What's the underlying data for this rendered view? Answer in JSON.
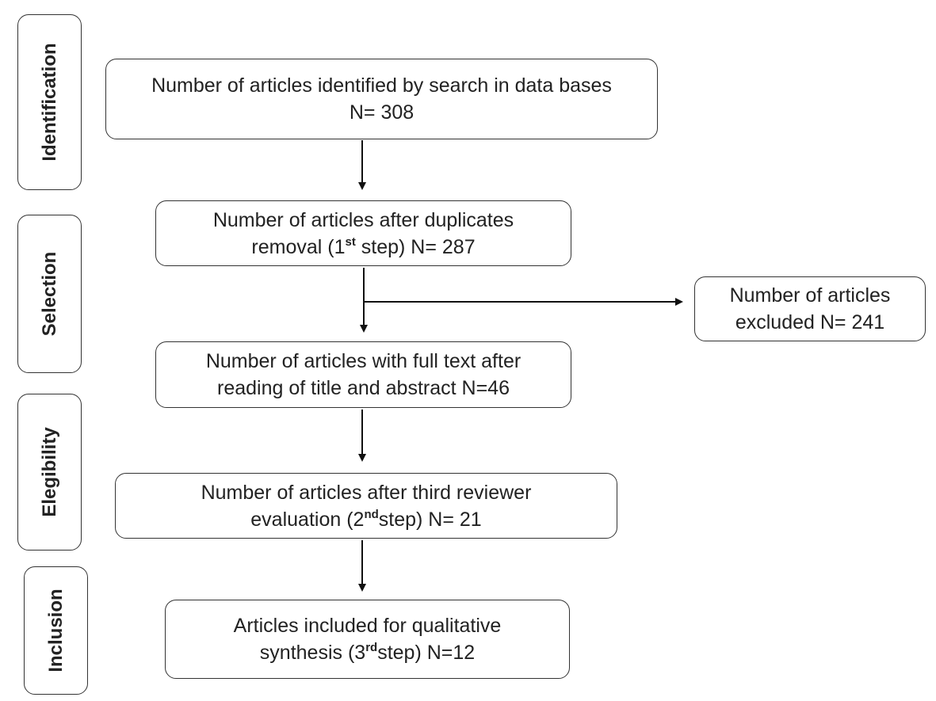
{
  "stages": {
    "identification": "Identification",
    "selection": "Selection",
    "eligibility": "Elegibility",
    "inclusion": "Inclusion"
  },
  "boxes": {
    "identified": {
      "line1": "Number of articles identified by search in data bases",
      "line2": "N= 308"
    },
    "after_duplicates": {
      "line1": "Number of articles after duplicates",
      "line2_pre": "removal (1",
      "line2_sup": "st",
      "line2_post": " step) N= 287"
    },
    "excluded": {
      "line1": "Number of articles",
      "line2": "excluded N= 241"
    },
    "full_text": {
      "line1": "Number of articles with full text after",
      "line2": "reading of title and abstract N=46"
    },
    "third_reviewer": {
      "line1": "Number of articles after third reviewer",
      "line2_pre": "evaluation (2",
      "line2_sup": "nd",
      "line2_post": "step) N= 21"
    },
    "included": {
      "line1": "Articles included for qualitative",
      "line2_pre": "synthesis (3",
      "line2_sup": "rd",
      "line2_post": "step) N=12"
    }
  },
  "colors": {
    "border": "#333333",
    "text": "#222222",
    "background": "#ffffff"
  }
}
